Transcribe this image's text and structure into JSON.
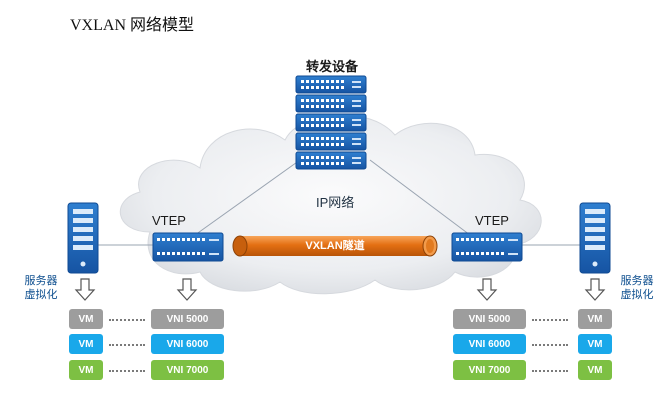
{
  "title": "VXLAN 网络模型",
  "labels": {
    "forwarding_device": "转发设备",
    "ip_network": "IP网络",
    "vtep_left": "VTEP",
    "vtep_right": "VTEP",
    "tunnel": "VXLAN隧道",
    "server_virtualization_left": [
      "服务器",
      "虚拟化"
    ],
    "server_virtualization_right": [
      "服务器",
      "虚拟化"
    ]
  },
  "vm_label": "VM",
  "rows": [
    {
      "vni": "VNI 5000",
      "color": "#9d9d9d"
    },
    {
      "vni": "VNI 6000",
      "color": "#19a8ea"
    },
    {
      "vni": "VNI 7000",
      "color": "#7dc043"
    }
  ],
  "colors": {
    "device_blue": "#1f63b4",
    "device_dark": "#0f4a93",
    "tunnel_orange": "#e87722",
    "cloud": "#e9ebee",
    "side_label": "#0e4f8f"
  },
  "icons": [
    "server-rack-icon",
    "switch-icon",
    "arrow-down-icon",
    "cloud-icon",
    "tunnel-pipe-icon"
  ]
}
